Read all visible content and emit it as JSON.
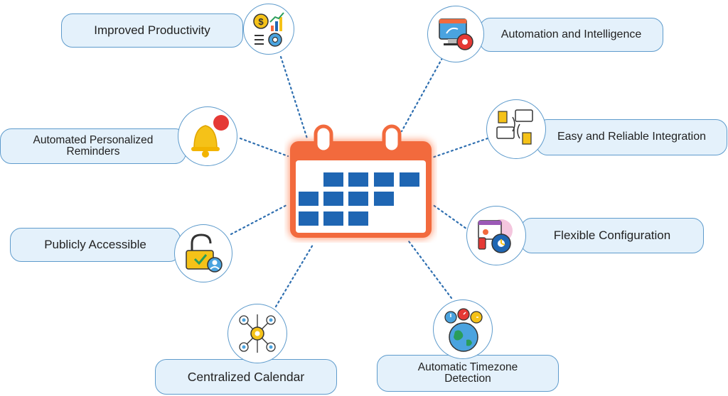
{
  "features": [
    {
      "id": "productivity",
      "label": "Improved Productivity",
      "icon": "productivity-icon"
    },
    {
      "id": "automation",
      "label": "Automation and Intelligence",
      "icon": "automation-icon"
    },
    {
      "id": "reminders",
      "label": "Automated Personalized Reminders",
      "icon": "bell-icon"
    },
    {
      "id": "integration",
      "label": "Easy and Reliable Integration",
      "icon": "integration-icon"
    },
    {
      "id": "public",
      "label": "Publicly Accessible",
      "icon": "unlocked-padlock-icon"
    },
    {
      "id": "configuration",
      "label": "Flexible Configuration",
      "icon": "settings-gear-icon"
    },
    {
      "id": "centralized",
      "label": "Centralized Calendar",
      "icon": "network-hub-icon"
    },
    {
      "id": "timezone",
      "label": "Automatic Timezone Detection",
      "icon": "globe-clocks-icon"
    }
  ],
  "center": {
    "icon": "calendar-icon"
  },
  "colors": {
    "calendar_header": "#f26a3d",
    "calendar_cells": "#1f66b3",
    "pill_fill": "#e4f1fb",
    "pill_border": "#5e9bcc",
    "connector": "#2f6fb0"
  }
}
